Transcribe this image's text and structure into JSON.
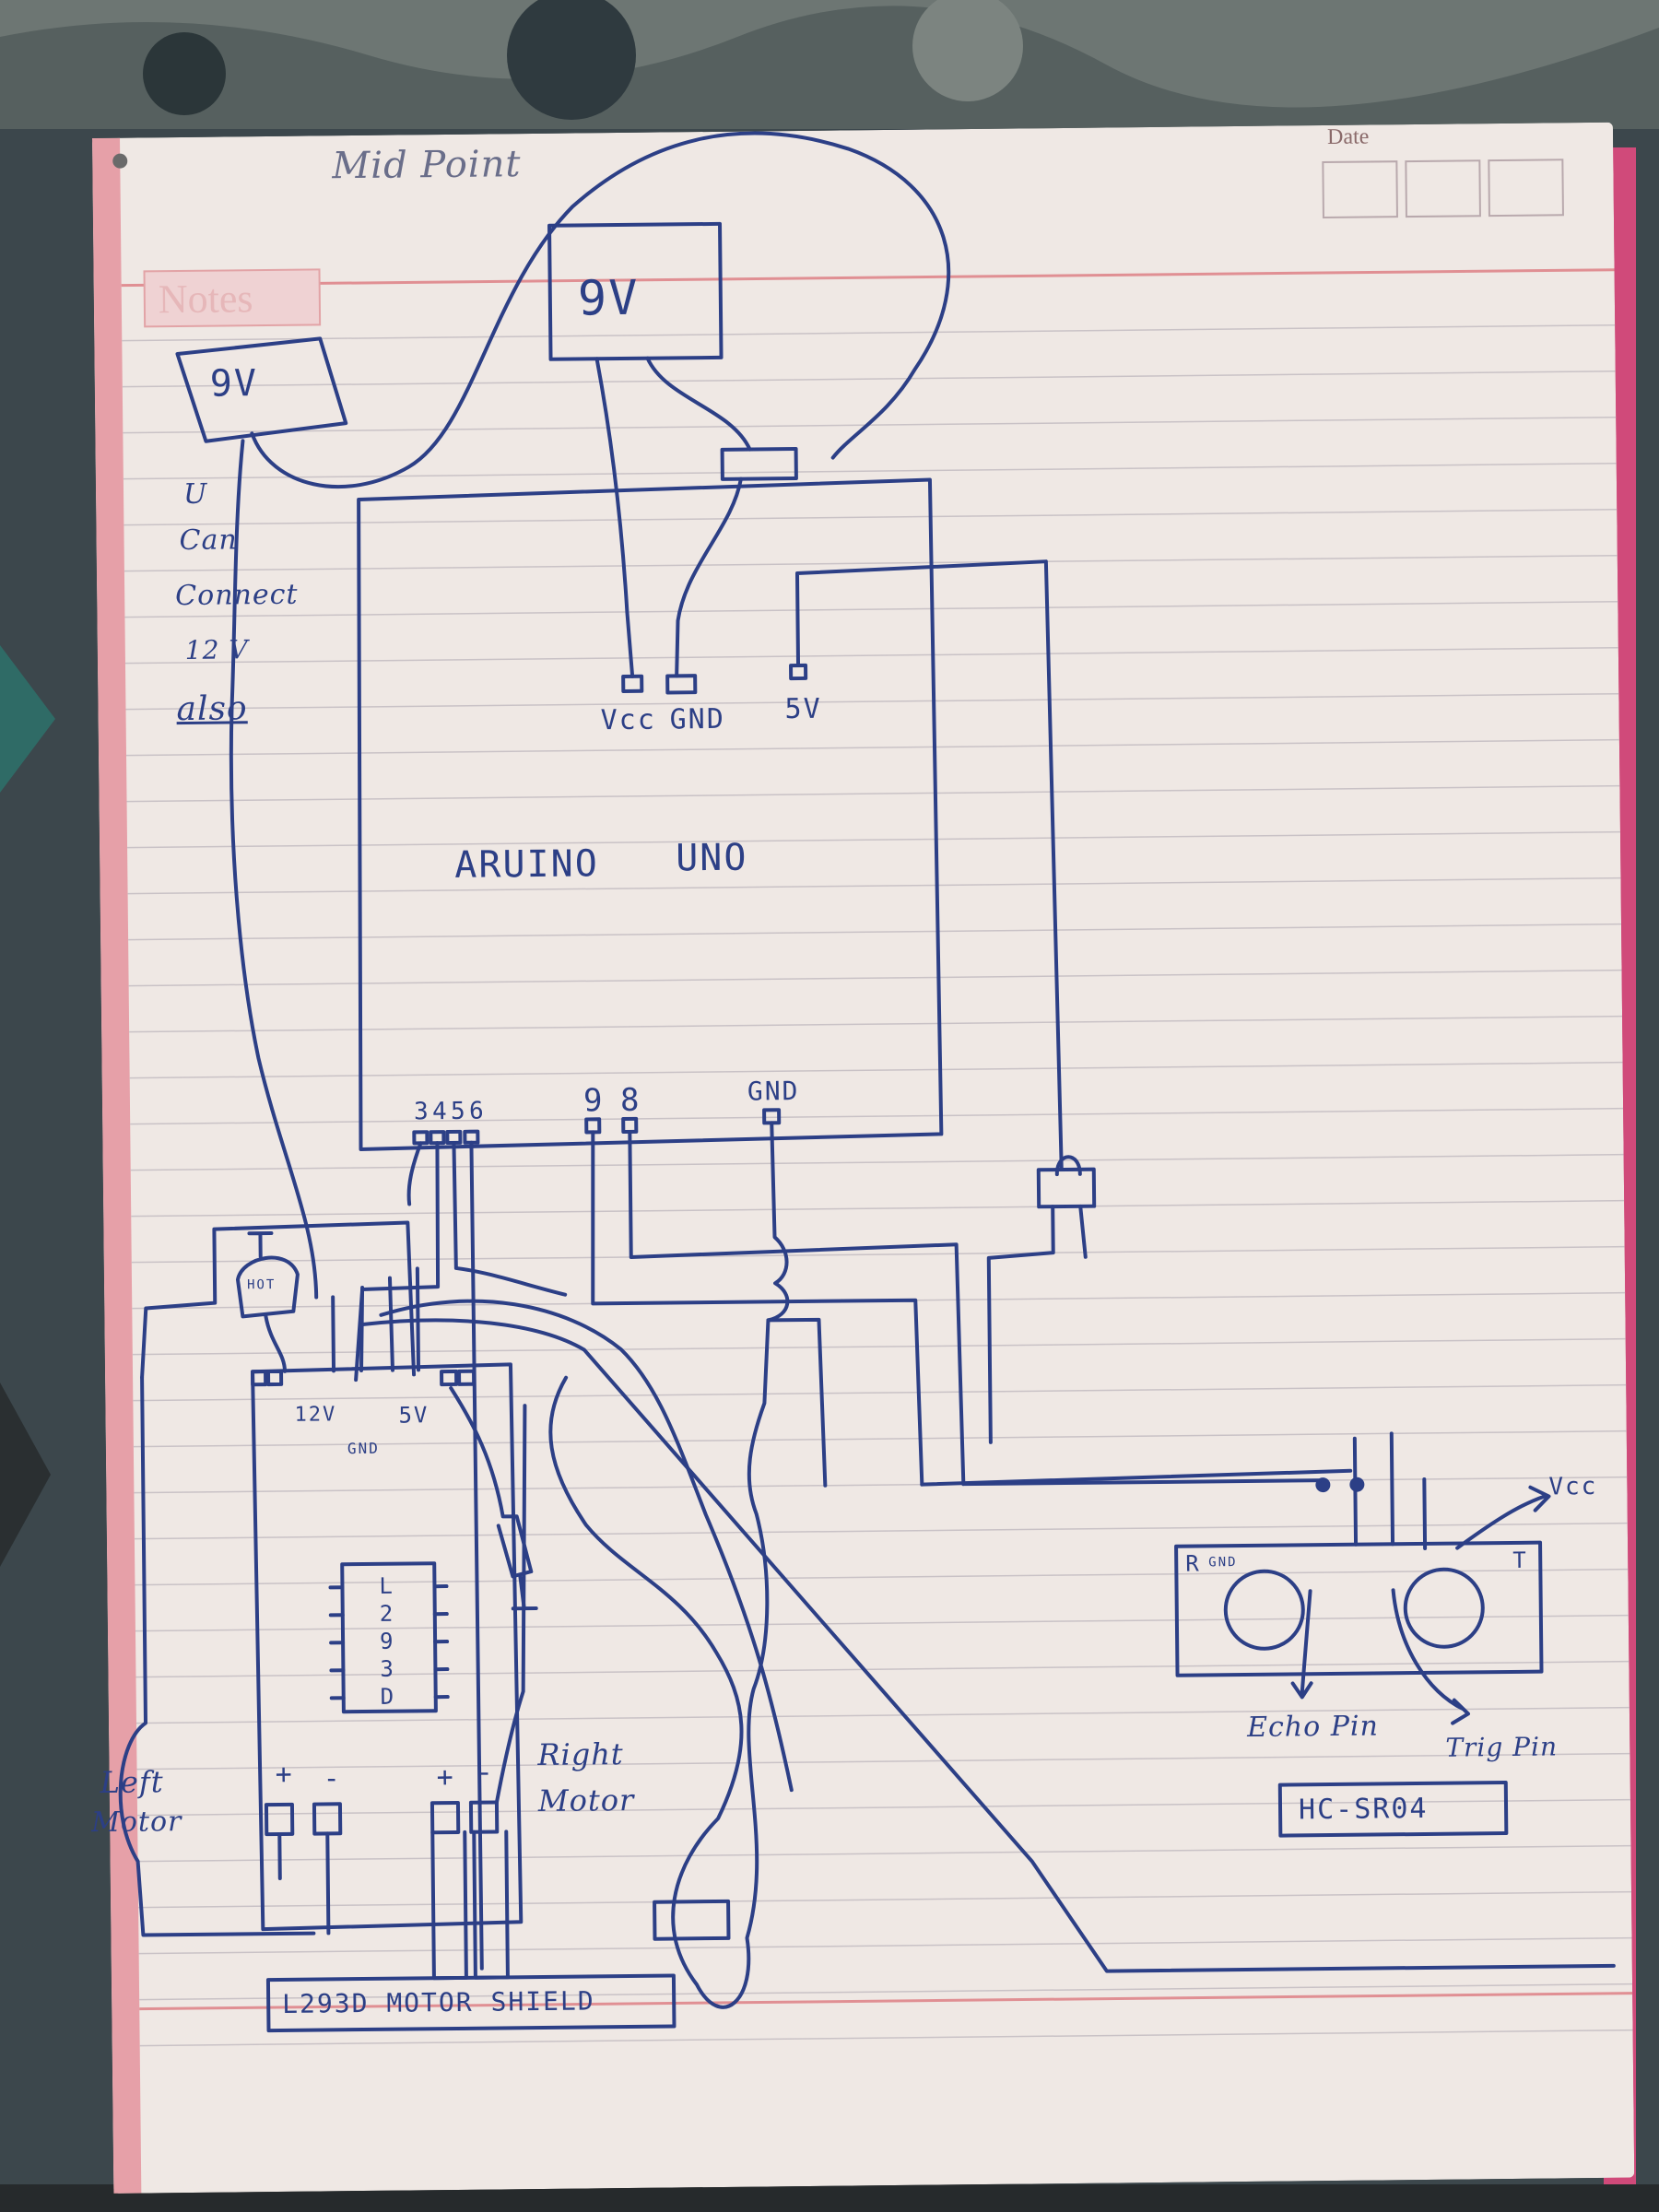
{
  "header": {
    "title": "Mid Point",
    "date_label": "Date",
    "notes_label": "Notes"
  },
  "diagram": {
    "battery_left": "9V",
    "battery_top": "9V",
    "note_lines": [
      "U",
      "Can",
      "Connect",
      "12 V",
      "also"
    ],
    "arduino": {
      "title_a": "ARUINO",
      "title_b": "UNO",
      "top_pins": [
        "Vcc",
        "GND",
        "5V"
      ],
      "bottom_pins": [
        "3",
        "4",
        "5",
        "6"
      ],
      "digital_pins": [
        "9",
        "8"
      ],
      "bottom_gnd": "GND"
    },
    "shield": {
      "name": "L293D MOTOR SHIELD",
      "chip": [
        "L",
        "2",
        "9",
        "3",
        "D"
      ],
      "terminals": [
        "12V",
        "GND",
        "5V"
      ],
      "hot_label": "HOT",
      "left_motor": [
        "Left",
        "Motor"
      ],
      "right_motor": [
        "Right",
        "Motor"
      ],
      "plus": "+",
      "minus": "-"
    },
    "sensor": {
      "name": "HC-SR04",
      "r_label": "R",
      "gnd_label": "GND",
      "t_label": "T",
      "vcc_label": "Vcc",
      "echo_label": "Echo Pin",
      "trig_label": "Trig Pin"
    }
  },
  "colors": {
    "ink": "#2c3f86",
    "paper": "#efe8e4",
    "margin": "#e08f93",
    "rule": "#c9c2c6"
  }
}
